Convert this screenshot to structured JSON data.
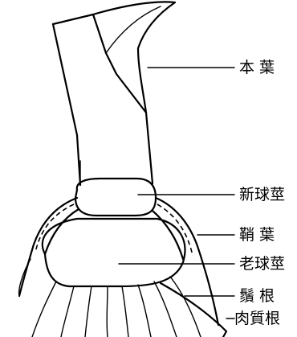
{
  "labels": {
    "leaf": "本 葉",
    "new_corm": "新球莖",
    "sheath_leaf": "鞘 葉",
    "old_corm": "老球莖",
    "fibrous_root": "鬚 根",
    "fleshy_root": "肉質根"
  }
}
